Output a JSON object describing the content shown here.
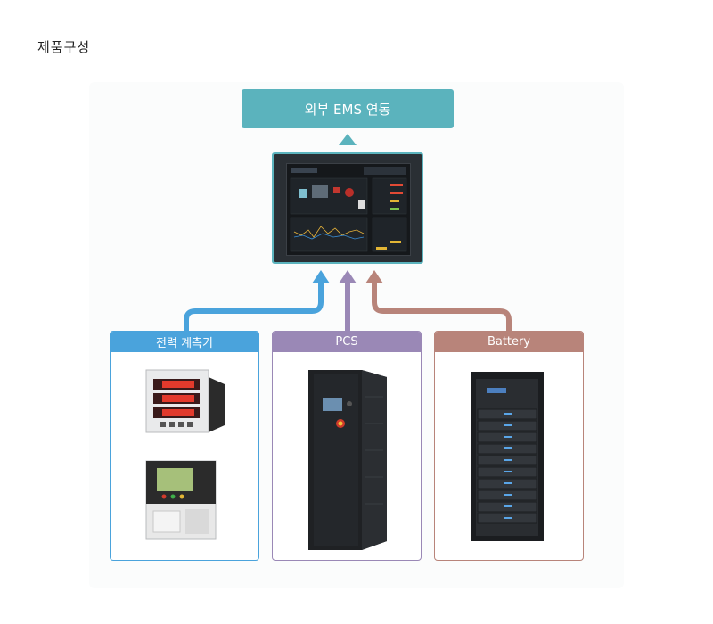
{
  "page": {
    "title": "제품구성"
  },
  "diagram": {
    "ems_label": "외부 EMS 연동",
    "sources": [
      {
        "label": "전력 계측기",
        "color": "#4aa3dc"
      },
      {
        "label": "PCS",
        "color": "#9a88b6"
      },
      {
        "label": "Battery",
        "color": "#b8847a"
      }
    ],
    "ems_color": "#5bb3bd"
  }
}
